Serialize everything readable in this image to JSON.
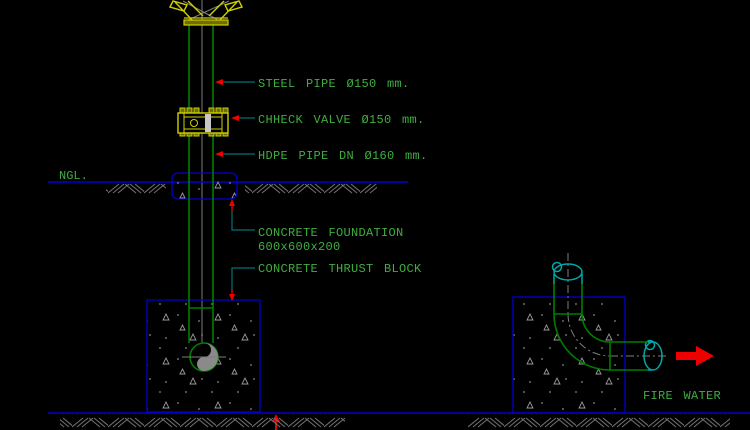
{
  "drawing": {
    "type": "cad-detail",
    "left_detail": {
      "ngl_label": "NGL.",
      "callouts": {
        "steel_pipe": "STEEL PIPE Ø150 mm.",
        "check_valve": "CHHECK VALVE Ø150 mm.",
        "hdpe_pipe": "HDPE PIPE DN Ø160 mm.",
        "foundation_line1": "CONCRETE FOUNDATION",
        "foundation_line2": "600x600x200",
        "thrust_block": "CONCRETE THRUST BLOCK"
      }
    },
    "right_detail": {
      "flow_label": "FIRE WATER"
    },
    "palette": {
      "background": "#000000",
      "pipe_green": "#007d00",
      "text_green": "#3fae3f",
      "fitting_yellow": "#cfcf00",
      "ground_blue": "#0000cd",
      "centerline_gray": "#7d7d7d",
      "hatch_gray": "#6f6f6f",
      "leader_teal": "#007474",
      "arrow_red": "#ef0000",
      "pipe_cyan": "#00a8a8"
    }
  }
}
